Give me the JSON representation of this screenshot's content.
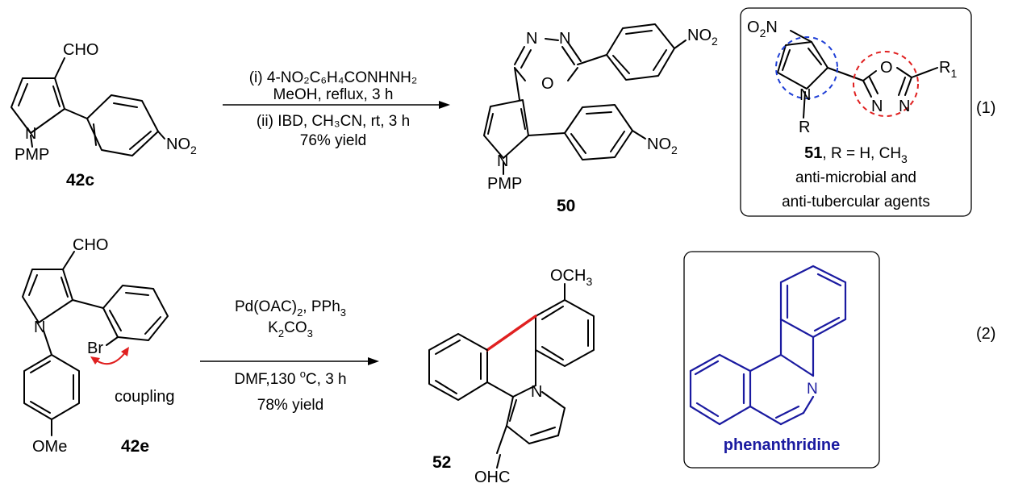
{
  "reaction1": {
    "number": "(1)",
    "reactant": {
      "id": "42c",
      "labels": {
        "aldehyde": "CHO",
        "N": "N",
        "n_sub": "PMP",
        "nitro": "NO",
        "nitro_sub": "2"
      }
    },
    "conditions": {
      "line1": "(i) 4-NO₂C₆H₄CONHNH₂",
      "line2": "MeOH, reflux, 3 h",
      "line3": "(ii) IBD, CH₃CN, rt, 3 h",
      "line4": "76% yield"
    },
    "product": {
      "id": "50",
      "labels": {
        "N1": "N",
        "N2": "N",
        "O": "O",
        "nitro_top": "NO",
        "nitro_top_sub": "2",
        "N": "N",
        "n_sub": "PMP",
        "nitro_bottom": "NO",
        "nitro_bottom_sub": "2"
      }
    },
    "inset": {
      "id": "51",
      "caption_rest": ", R = H, CH",
      "caption_sub": "3",
      "line2": "anti-microbial and",
      "line3": "anti-tubercular agents",
      "labels": {
        "O2N": "O",
        "O2N_sub": "2",
        "O2N_N": "N",
        "N": "N",
        "R": "R",
        "O": "O",
        "R1": "R",
        "R1_sub": "1",
        "N1": "N",
        "N2": "N"
      },
      "colors": {
        "blue_circle": "#1f3fd6",
        "red_circle": "#e02020"
      }
    }
  },
  "reaction2": {
    "number": "(2)",
    "reactant": {
      "id": "42e",
      "labels": {
        "aldehyde": "CHO",
        "N": "N",
        "Br": "Br",
        "coupling": "coupling",
        "OMe": "OMe"
      },
      "colors": {
        "arrow": "#e02020"
      }
    },
    "conditions": {
      "line1_main": "Pd(OAC)",
      "line1_sub": "2",
      "line1_rest": ", PPh",
      "line1_sub2": "3",
      "line2_main": "K",
      "line2_sub": "2",
      "line2_rest": "CO",
      "line2_sub2": "3",
      "line3": "DMF,130 ",
      "line3_sup": "o",
      "line3_rest": "C, 3 h",
      "line4": "78% yield"
    },
    "product": {
      "id": "52",
      "labels": {
        "OCH3": "OCH",
        "OCH3_sub": "3",
        "N": "N",
        "OHC": "OHC"
      },
      "colors": {
        "new_bond": "#e02020"
      }
    },
    "inset": {
      "name": "phenanthridine",
      "labels": {
        "N": "N"
      },
      "colors": {
        "structure": "#1a1aa0"
      }
    }
  }
}
